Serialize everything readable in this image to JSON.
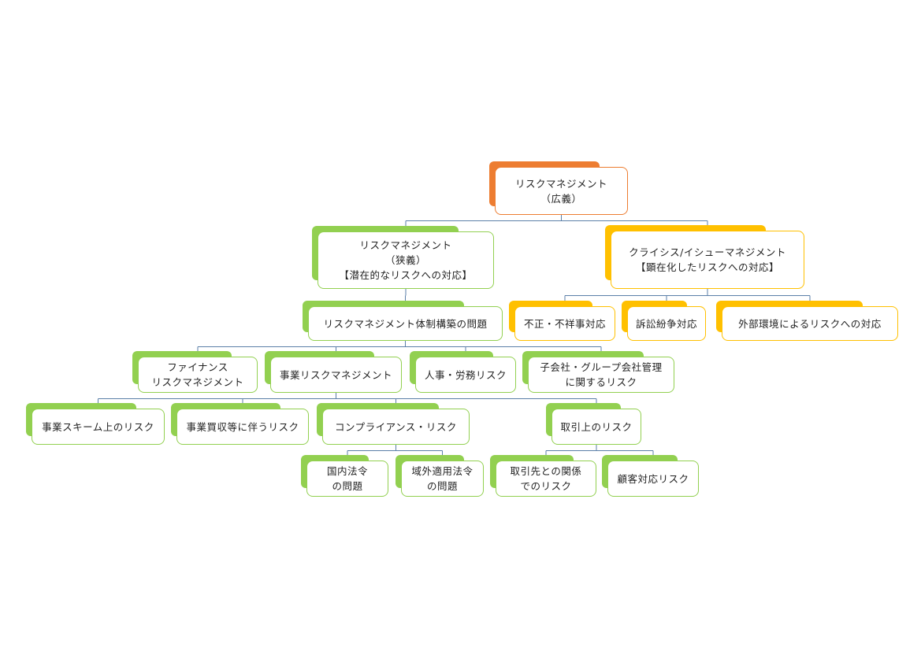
{
  "colors": {
    "root": "#ED7D31",
    "green": "#92D050",
    "gold": "#FFC000",
    "connector": "#5B7FA8"
  },
  "nodes": {
    "root": {
      "text": "リスクマネジメント\n（広義）",
      "color": "root"
    },
    "narrow": {
      "text": "リスクマネジメント\n（狭義）\n【潜在的なリスクへの対応】",
      "color": "green"
    },
    "crisis": {
      "text": "クライシス/イシューマネジメント\n【顕在化したリスクへの対応】",
      "color": "gold"
    },
    "system": {
      "text": "リスクマネジメント体制構築の問題",
      "color": "green"
    },
    "finance": {
      "text": "ファイナンス\nリスクマネジメント",
      "color": "green"
    },
    "business": {
      "text": "事業リスクマネジメント",
      "color": "green"
    },
    "hr": {
      "text": "人事・労務リスク",
      "color": "green"
    },
    "group": {
      "text": "子会社・グループ会社管理\nに関するリスク",
      "color": "green"
    },
    "scheme": {
      "text": "事業スキーム上のリスク",
      "color": "green"
    },
    "ma": {
      "text": "事業買収等に伴うリスク",
      "color": "green"
    },
    "compliance": {
      "text": "コンプライアンス・リスク",
      "color": "green"
    },
    "trade": {
      "text": "取引上のリスク",
      "color": "green"
    },
    "domestic": {
      "text": "国内法令\nの問題",
      "color": "green"
    },
    "foreign": {
      "text": "域外適用法令\nの問題",
      "color": "green"
    },
    "partner": {
      "text": "取引先との関係\nでのリスク",
      "color": "green"
    },
    "customer": {
      "text": "顧客対応リスク",
      "color": "green"
    },
    "fraud": {
      "text": "不正・不祥事対応",
      "color": "gold"
    },
    "dispute": {
      "text": "訴訟紛争対応",
      "color": "gold"
    },
    "external": {
      "text": "外部環境によるリスクへの対応",
      "color": "gold"
    }
  },
  "edges": [
    [
      "root",
      "narrow"
    ],
    [
      "root",
      "crisis"
    ],
    [
      "narrow",
      "system"
    ],
    [
      "system",
      "finance"
    ],
    [
      "system",
      "business"
    ],
    [
      "system",
      "hr"
    ],
    [
      "system",
      "group"
    ],
    [
      "business",
      "scheme"
    ],
    [
      "business",
      "ma"
    ],
    [
      "business",
      "compliance"
    ],
    [
      "business",
      "trade"
    ],
    [
      "compliance",
      "domestic"
    ],
    [
      "compliance",
      "foreign"
    ],
    [
      "trade",
      "partner"
    ],
    [
      "trade",
      "customer"
    ],
    [
      "crisis",
      "fraud"
    ],
    [
      "crisis",
      "dispute"
    ],
    [
      "crisis",
      "external"
    ]
  ]
}
